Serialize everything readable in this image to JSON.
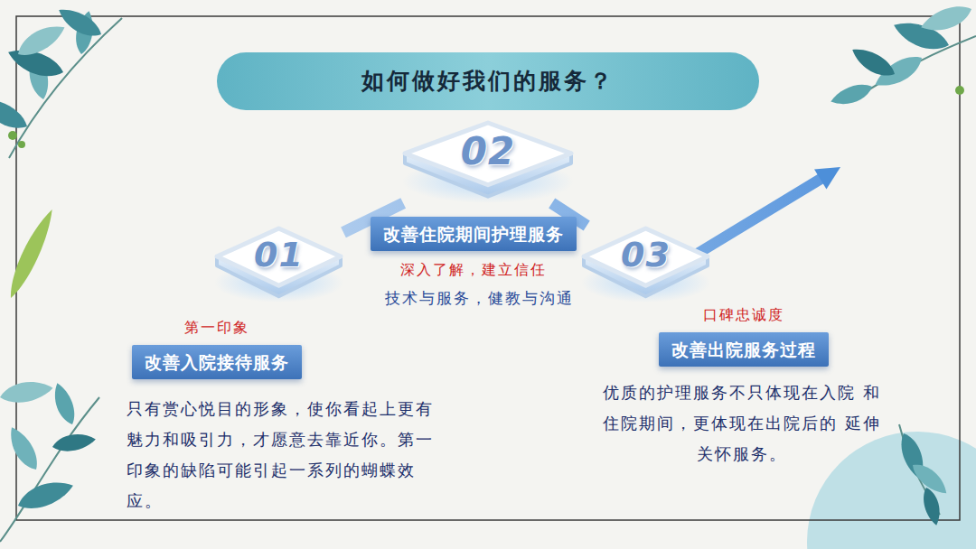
{
  "diagram": {
    "title": "如何做好我们的服务？",
    "nodes": [
      {
        "text": [
          "01"
        ]
      },
      {
        "text": [
          "02"
        ]
      },
      {
        "text": [
          "03"
        ]
      },
      {
        "text": [
          "第一印象",
          "改善入院接待服务"
        ]
      },
      {
        "text": [
          "改善住院期间护理服务",
          "深入了解，建立信任"
        ]
      },
      {
        "text": [
          "口碑忠诚度",
          "改善出院服务过程"
        ]
      }
    ],
    "edges": [
      {
        "from": 0,
        "to": 1,
        "arrow": "none"
      },
      {
        "from": 1,
        "to": 2,
        "arrow": "none"
      }
    ],
    "labels": [
      "技术与服务，健教与沟通",
      "只有赏心悦目的形象，使你看起上更有 魅力和吸引力，才愿意去靠近你。第一 印象的缺陷可能引起一系列的蝴蝶效应。",
      "优质的护理服务不只体现在入院 和住院期间，更体现在出院后的 延伸关怀服务。"
    ]
  }
}
